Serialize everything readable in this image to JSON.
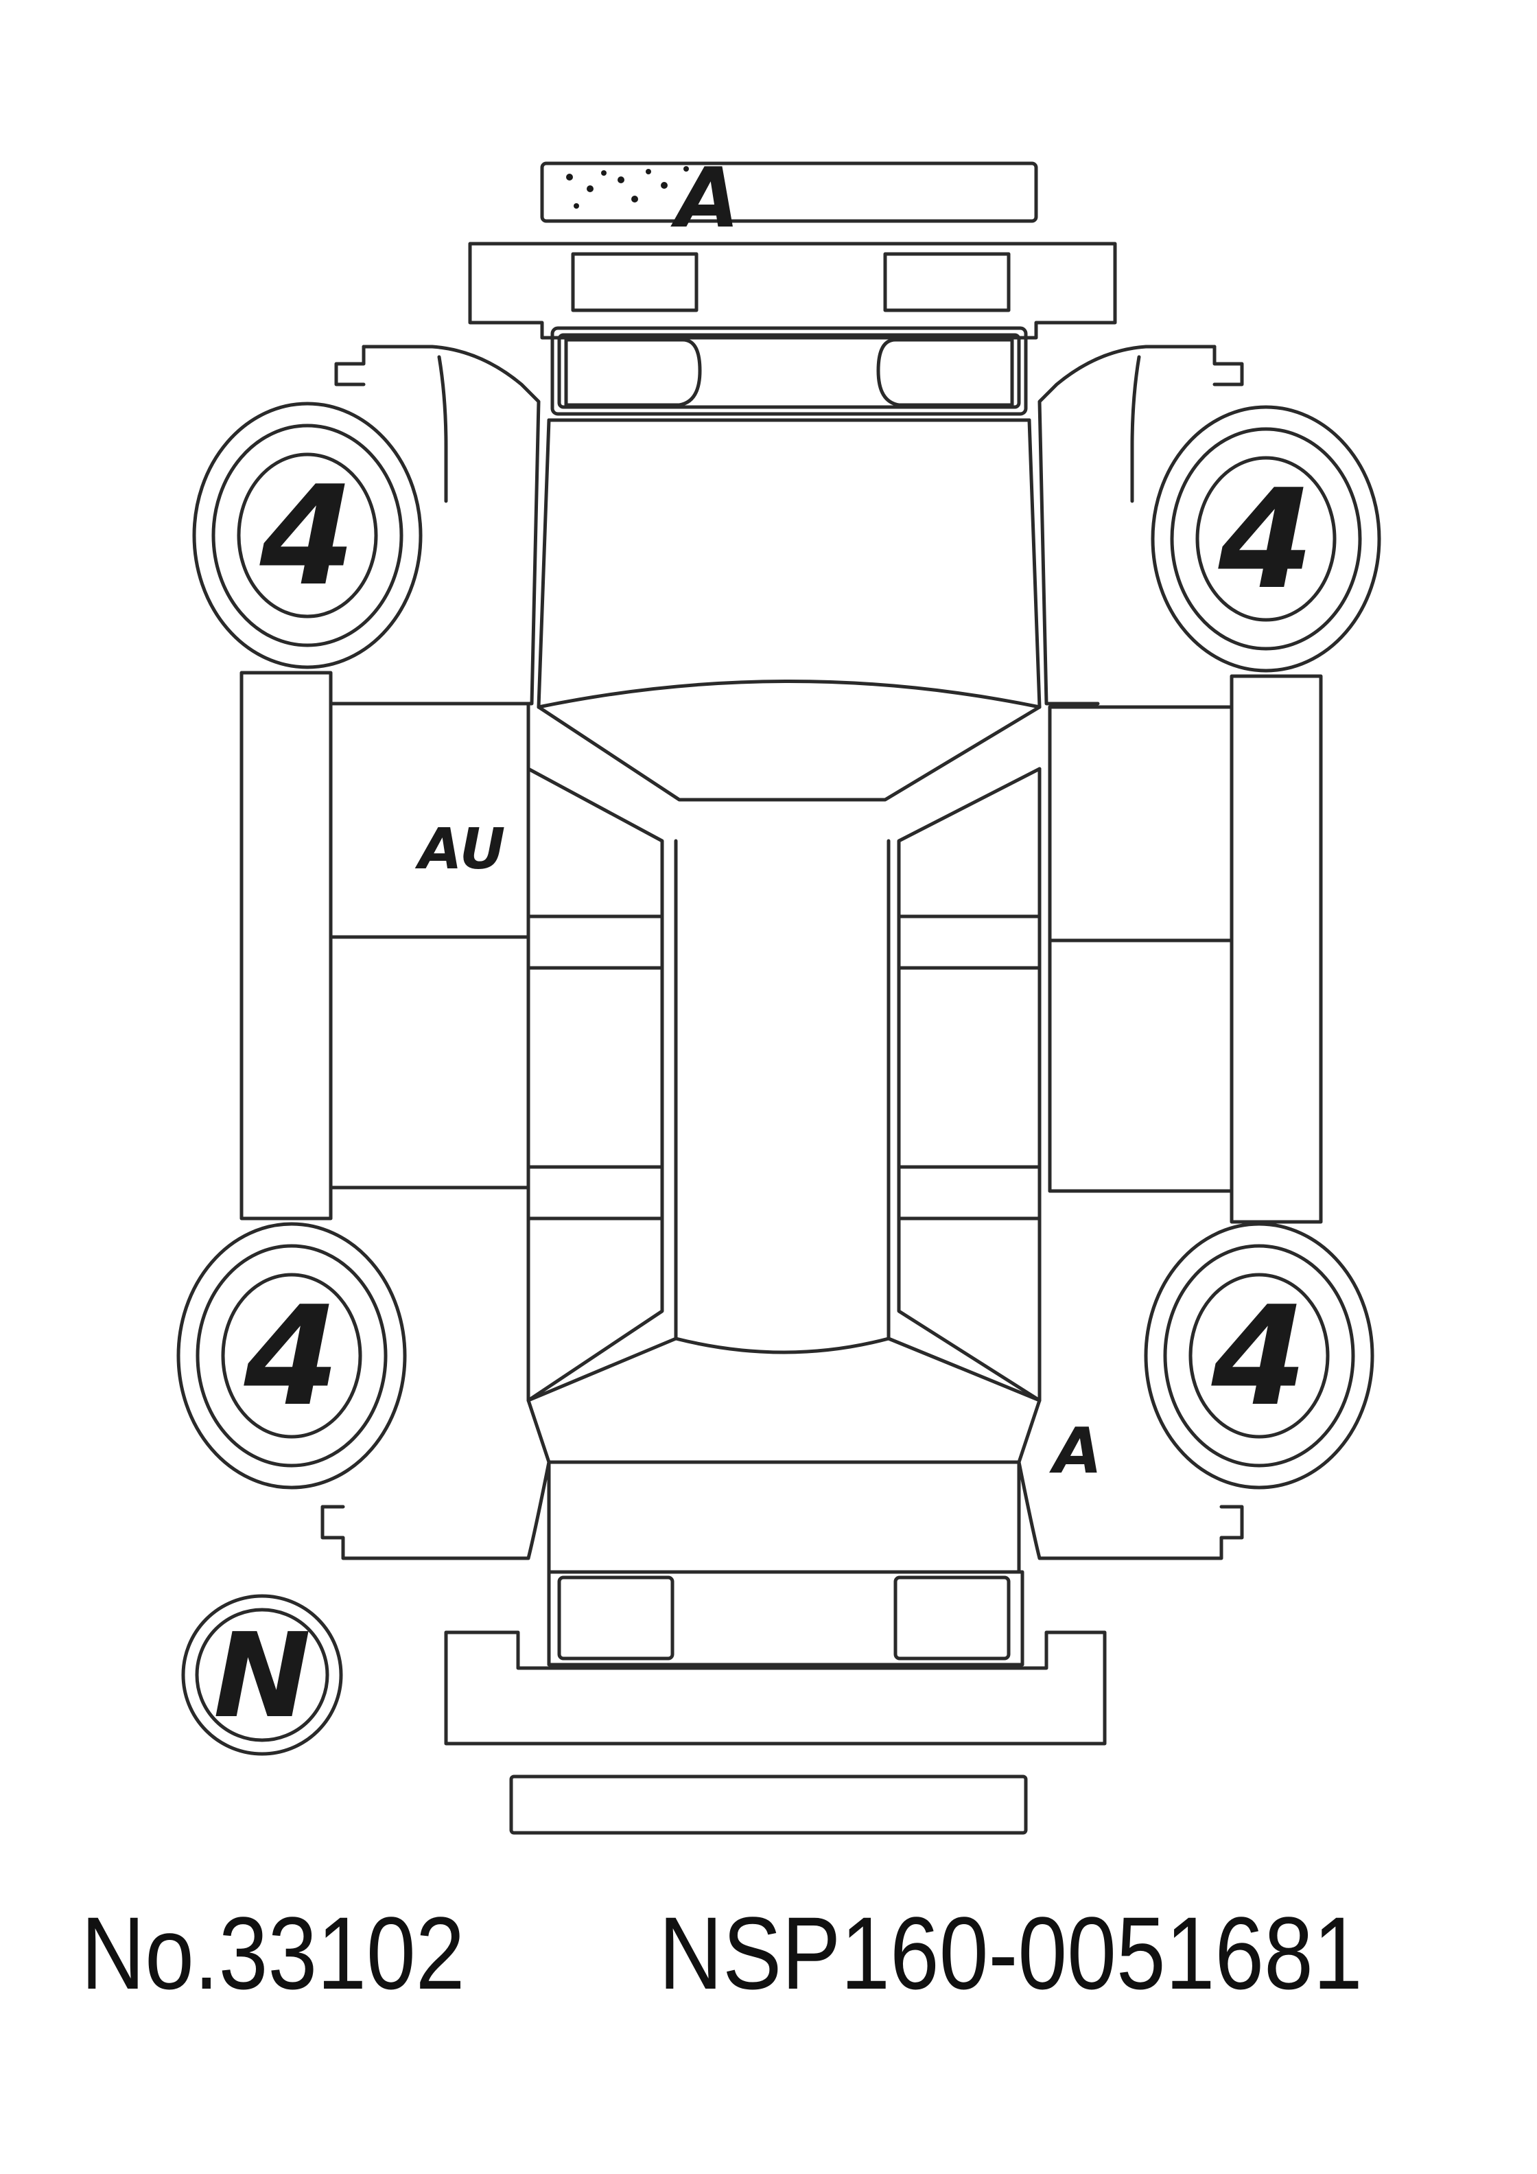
{
  "marks": {
    "front_bumper": "A",
    "left_side": "AU",
    "right_rear": "A",
    "tire_front_left": "4",
    "tire_front_right": "4",
    "tire_rear_left": "4",
    "tire_rear_right": "4",
    "circled": "N"
  },
  "footer": {
    "lot_number": "No.33102",
    "chassis_number": "NSP160-0051681"
  }
}
